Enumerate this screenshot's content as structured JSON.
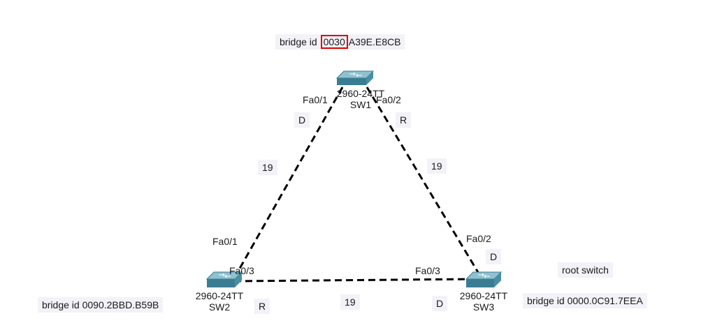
{
  "colors": {
    "switch_top": "#8fc1d1",
    "switch_side": "#4a8ea3",
    "switch_front": "#3a7d92",
    "link": "#000000",
    "highlight": "#e00000",
    "label_bg": "#f2f2f8"
  },
  "switches": [
    {
      "id": "sw1",
      "model": "2960-24TT",
      "name": "SW1"
    },
    {
      "id": "sw2",
      "model": "2960-24TT",
      "name": "SW2"
    },
    {
      "id": "sw3",
      "model": "2960-24TT",
      "name": "SW3"
    }
  ],
  "bridge_ids": {
    "sw1": {
      "label": "bridge id",
      "highlighted": "0030",
      "rest": "A39E.E8CB"
    },
    "sw2": "bridge id  0090.2BBD.B59B",
    "sw3": "bridge id  0000.0C91.7EEA"
  },
  "root_switch_label": "root switch",
  "links": {
    "sw1_sw2": {
      "cost": "19",
      "sw1_port": "Fa0/1",
      "sw1_role": "D",
      "sw2_port": "Fa0/1"
    },
    "sw1_sw3": {
      "cost": "19",
      "sw1_port": "Fa0/2",
      "sw1_role": "R",
      "sw3_port": "Fa0/2",
      "sw3_role": "D"
    },
    "sw2_sw3": {
      "cost": "19",
      "sw2_port": "Fa0/3",
      "sw2_role": "R",
      "sw3_port": "Fa0/3",
      "sw3_role": "D"
    }
  }
}
